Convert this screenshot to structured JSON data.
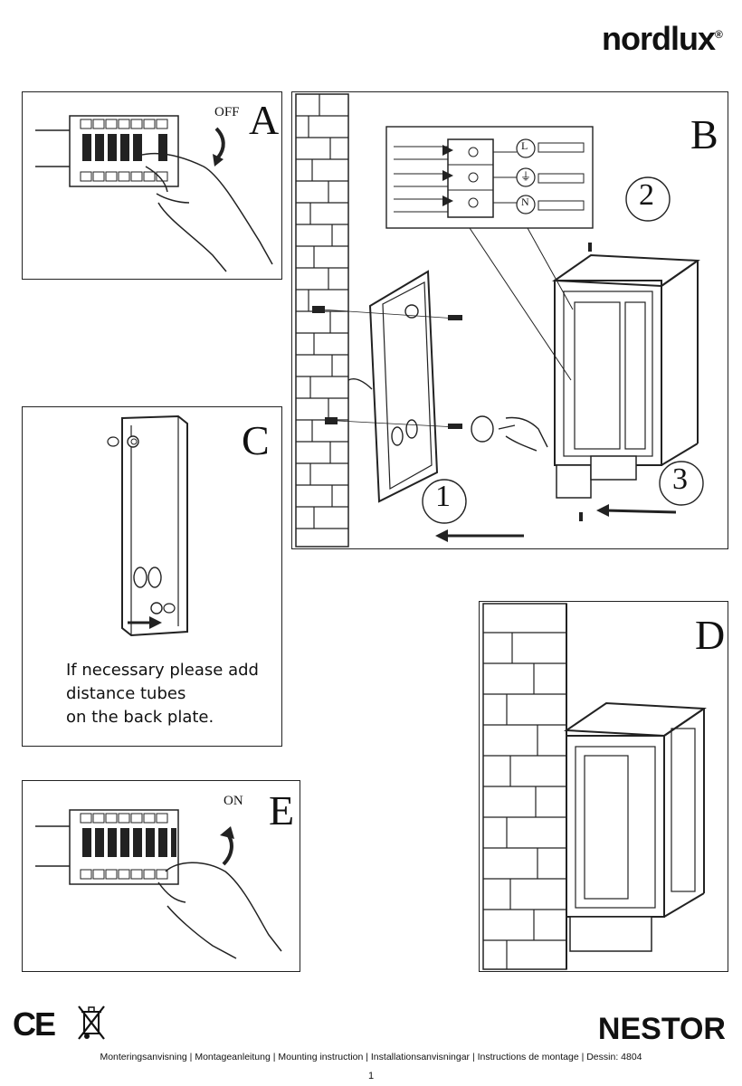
{
  "brand": {
    "name": "nordlux",
    "mark": "®"
  },
  "panels": {
    "a": {
      "letter": "A",
      "label": "OFF"
    },
    "b": {
      "letter": "B",
      "steps": [
        "1",
        "2",
        "3"
      ],
      "wiring": [
        "L",
        "⏚",
        "N"
      ]
    },
    "c": {
      "letter": "C",
      "note_lines": [
        "If necessary please add",
        "distance tubes",
        "on the back plate."
      ]
    },
    "d": {
      "letter": "D"
    },
    "e": {
      "letter": "E",
      "label": "ON"
    }
  },
  "certifications": [
    "CE",
    "WEEE"
  ],
  "product": "NESTOR",
  "footer": "Monteringsanvisning | Montageanleitung | Mounting instruction | Installationsanvisningar | Instructions de montage | Dessin: 4804",
  "page_number": "1"
}
